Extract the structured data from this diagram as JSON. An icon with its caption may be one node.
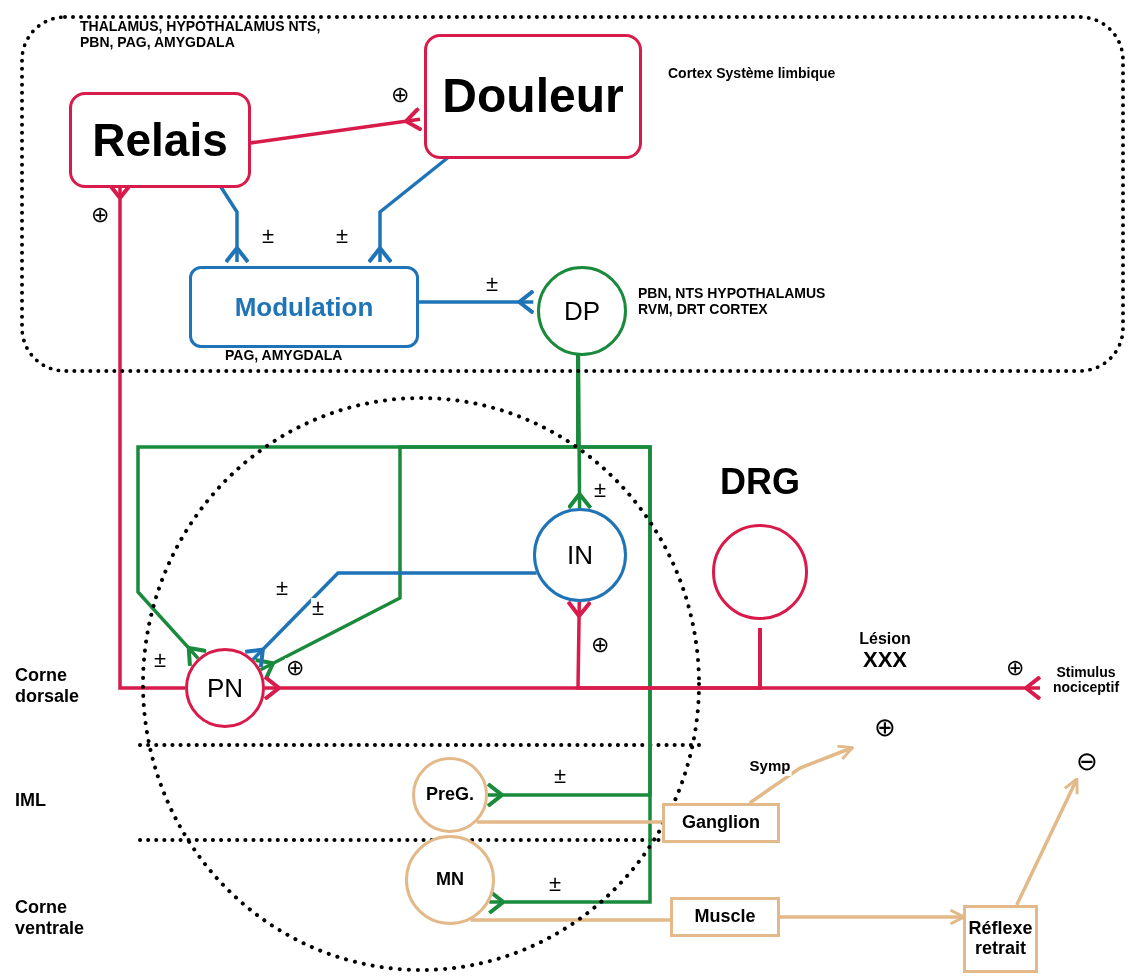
{
  "diagram": {
    "nodes": [
      {
        "text": [],
        "shape": "box"
      },
      {
        "text": [
          "Relais"
        ],
        "in": 0,
        "beside": [
          "THALAMUS, HYPOTHALAMUS NTS, PBN, PAG, AMYGDALA"
        ]
      },
      {
        "text": [
          "Douleur"
        ],
        "in": 0,
        "beside": [
          "Cortex Système limbique"
        ]
      },
      {
        "text": [
          "Modulation"
        ],
        "in": 0,
        "beside": [
          "PAG, AMYGDALA"
        ]
      },
      {
        "text": [
          "DP"
        ],
        "in": 0,
        "beside": [
          "PBN, NTS HYPOTHALAMUS RVM, DRT CORTEX"
        ]
      },
      {
        "text": [],
        "shape": "circle"
      },
      {
        "text": [
          "IN"
        ],
        "in": 5
      },
      {
        "text": [
          "PN"
        ],
        "in": 5
      },
      {
        "text": [
          "PreG."
        ],
        "in": 5
      },
      {
        "text": [
          "MN"
        ],
        "in": 5
      },
      {
        "text": [
          "DRG"
        ]
      },
      {
        "text": [
          "Ganglion"
        ]
      },
      {
        "text": [
          "Muscle"
        ]
      },
      {
        "text": [
          "Réflexe retrait"
        ]
      },
      {
        "text": [
          "Lésion",
          "XXX"
        ],
        "beside": [
          "⊕"
        ]
      },
      {
        "text": [
          "Stimulus nociceptif"
        ],
        "beside": [
          "⊖"
        ]
      }
    ],
    "edges": [
      {
        "from": 1,
        "to": 2,
        "arrow": "other",
        "label": "⊕"
      },
      {
        "from": 1,
        "to": 3,
        "arrow": "other",
        "label": "±",
        "color": "#1f73b7"
      },
      {
        "from": 2,
        "to": 3,
        "arrow": "other",
        "label": "±",
        "color": "#1f73b7"
      },
      {
        "from": 3,
        "to": 4,
        "arrow": "other",
        "label": "±",
        "color": "#1f73b7"
      },
      {
        "from": 7,
        "to": 1,
        "arrow": "other",
        "label": "⊕"
      },
      {
        "from": 4,
        "to": 6,
        "arrow": "other",
        "label": "±",
        "color": "#1a8a3c"
      },
      {
        "from": 4,
        "to": 7,
        "arrow": "other",
        "label": "±",
        "color": "#1a8a3c"
      },
      {
        "from": 4,
        "to": 7,
        "arrow": "other",
        "label": "±",
        "color": "#1a8a3c"
      },
      {
        "from": 4,
        "to": 8,
        "arrow": "other",
        "label": "±",
        "color": "#1a8a3c"
      },
      {
        "from": 4,
        "to": 9,
        "arrow": "other",
        "label": "±",
        "color": "#1a8a3c"
      },
      {
        "from": 6,
        "to": 7,
        "arrow": "other",
        "label": "±",
        "color": "#1f73b7"
      },
      {
        "from": 10,
        "to": 7,
        "arrow": "other",
        "label": "⊕"
      },
      {
        "from": 10,
        "to": 6,
        "arrow": "other",
        "label": "⊕"
      },
      {
        "from": 15,
        "to": 10,
        "arrow": "other",
        "label": "⊕"
      },
      {
        "from": 8,
        "to": 11,
        "arrow": "none",
        "color": "#e3b989"
      },
      {
        "from": 11,
        "to": 14,
        "arrow": "to",
        "label": "Symp",
        "color": "#e3b989"
      },
      {
        "from": 9,
        "to": 12,
        "arrow": "none",
        "color": "#e3b989"
      },
      {
        "from": 12,
        "to": 13,
        "arrow": "to",
        "color": "#e3b989"
      },
      {
        "from": 13,
        "to": 15,
        "arrow": "to",
        "color": "#e3b989"
      }
    ],
    "labels": [
      "Corne dorsale",
      "IML",
      "Corne ventrale"
    ]
  }
}
